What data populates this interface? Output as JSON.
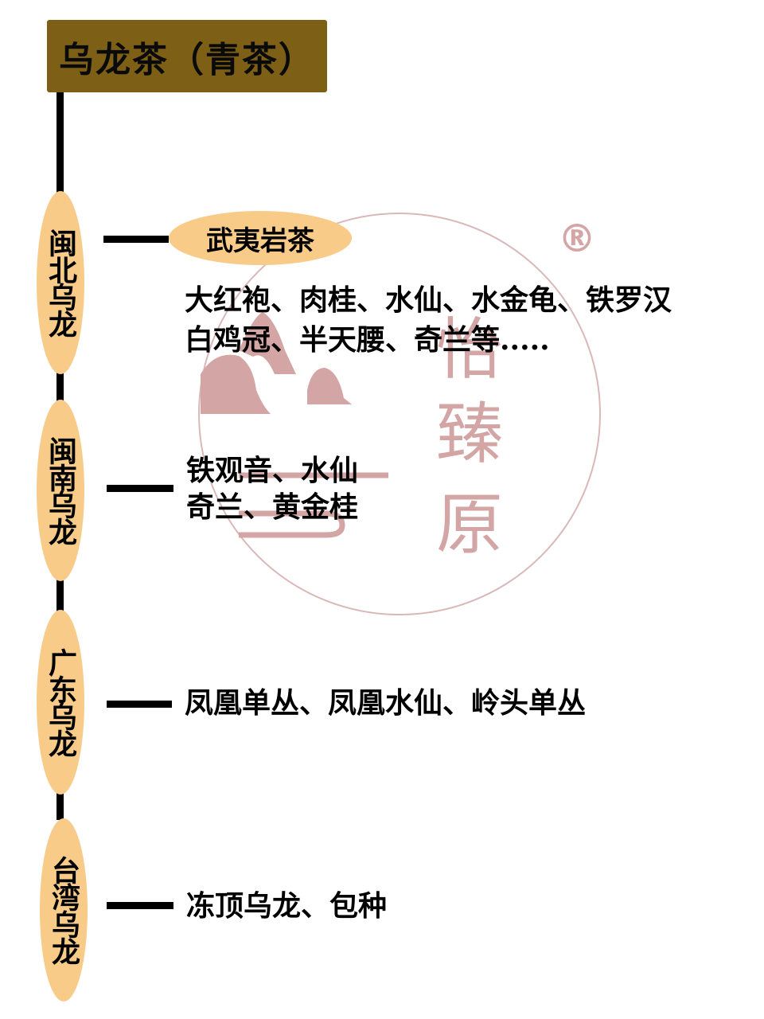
{
  "title": "乌龙茶（青茶）",
  "colors": {
    "title_bg": "#7d5f16",
    "node_fill": "#f8cb88",
    "connector": "#000000",
    "watermark": "#d4a5a5"
  },
  "regions": [
    {
      "label": "闽北乌龙",
      "subcategory": "武夷岩茶",
      "teas_lines": [
        "大红袍、肉桂、水仙、水金龟、铁罗汉",
        "白鸡冠、半天腰、奇兰等....."
      ]
    },
    {
      "label": "闽南乌龙",
      "teas_lines": [
        "铁观音、水仙",
        "奇兰、黄金桂"
      ]
    },
    {
      "label": "广东乌龙",
      "teas_lines": [
        "凤凰单丛、凤凰水仙、岭头单丛"
      ]
    },
    {
      "label": "台湾乌龙",
      "teas_lines": [
        "冻顶乌龙、包种"
      ]
    }
  ],
  "watermark": {
    "brand_chars": [
      "怡",
      "臻",
      "原"
    ],
    "registered_mark": "®"
  }
}
